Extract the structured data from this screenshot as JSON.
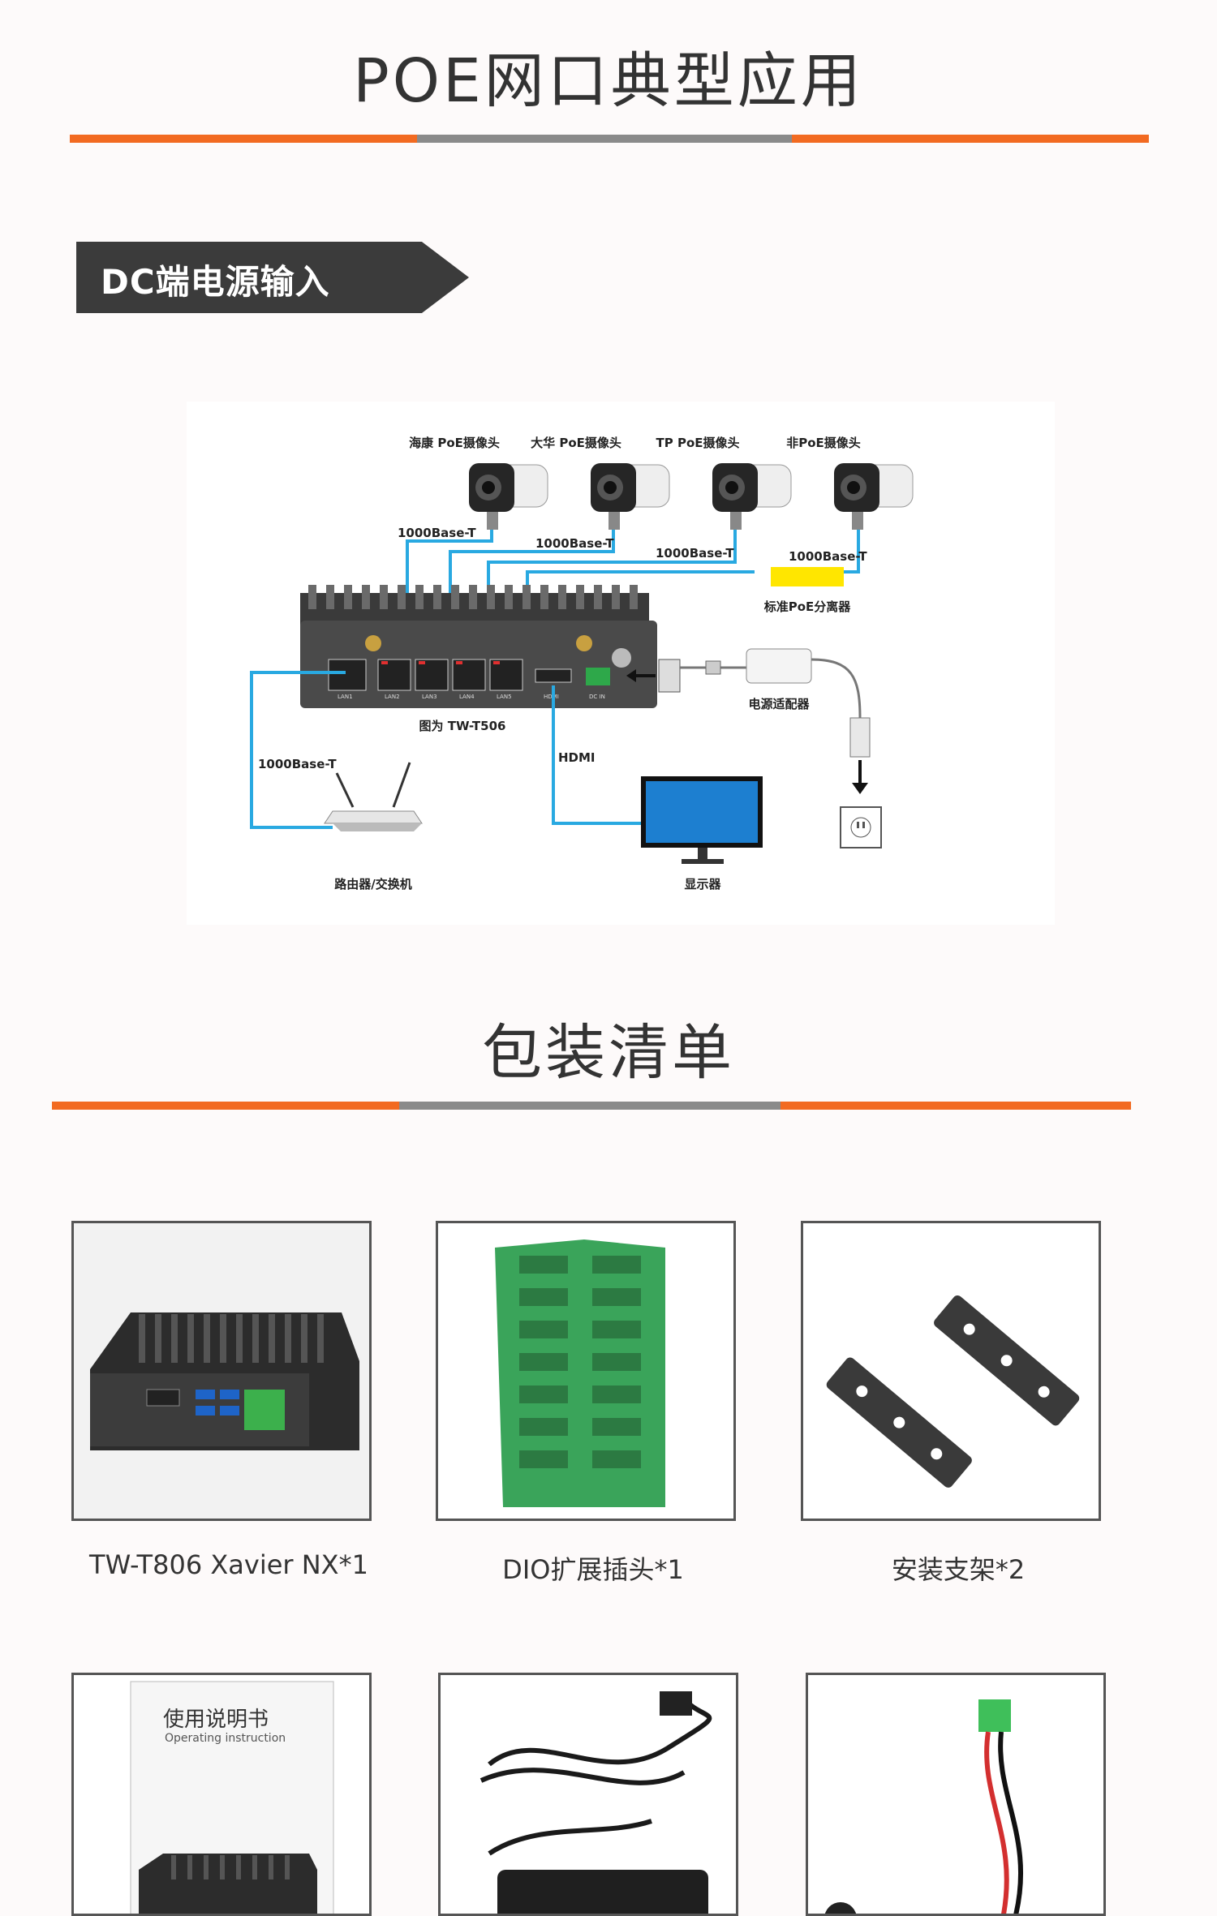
{
  "poe_section": {
    "title": "POE网口典型应用"
  },
  "banner": {
    "label": "DC端电源输入"
  },
  "diagram": {
    "cameras": [
      "海康 PoE摄像头",
      "大华 PoE摄像头",
      "TP PoE摄像头",
      "非PoE摄像头"
    ],
    "links": [
      "1000Base-T",
      "1000Base-T",
      "1000Base-T",
      "1000Base-T"
    ],
    "splitter": "标准PoE分离器",
    "device_label": "图为  TW-T506",
    "adapter": "电源适配器",
    "router_link": "1000Base-T",
    "hdmi": "HDMI",
    "router": "路由器/交换机",
    "monitor": "显示器",
    "port_labels": [
      "LAN1",
      "LAN2",
      "LAN3",
      "LAN4",
      "LAN5",
      "HDMI",
      "DC IN"
    ]
  },
  "package_section": {
    "title": "包装清单"
  },
  "package_items": [
    {
      "caption": "TW-T806 Xavier NX*1"
    },
    {
      "caption": "DIO扩展插头*1"
    },
    {
      "caption": "安装支架*2"
    },
    {
      "caption": "",
      "manual_title": "使用说明书",
      "manual_subtitle": "Operating instruction"
    },
    {
      "caption": ""
    },
    {
      "caption": ""
    }
  ],
  "colors": {
    "orange": "#f26a21",
    "gray": "#8a8a8a",
    "cable": "#29a9e1",
    "banner": "#3b3b3b"
  }
}
